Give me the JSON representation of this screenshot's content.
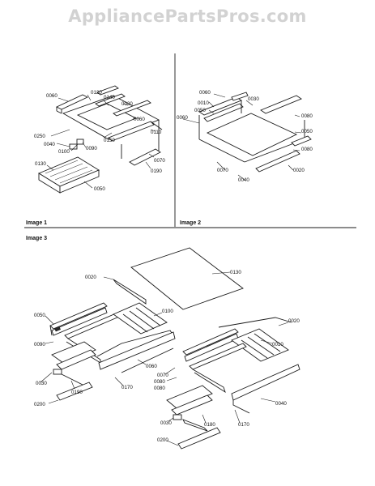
{
  "watermark": "AppliancePartsPros.com",
  "images": [
    {
      "caption": "Image 1",
      "labels": [
        "0060",
        "0120",
        "0140",
        "0030",
        "0060",
        "0110",
        "0250",
        "0040",
        "0100",
        "0090",
        "0150",
        "0070",
        "0190",
        "0130",
        "0050"
      ]
    },
    {
      "caption": "Image 2",
      "labels": [
        "0060",
        "0010",
        "0050",
        "0030",
        "0060",
        "0080",
        "0080",
        "0050",
        "0070",
        "0040",
        "0020"
      ]
    },
    {
      "caption": "Image 3",
      "labels": [
        "0020",
        "0130",
        "0050",
        "0100",
        "0020",
        "0090",
        "0010",
        "0080",
        "0070",
        "0060",
        "0030",
        "0190",
        "0170",
        "0080",
        "0040",
        "0200",
        "0030",
        "0180",
        "0170",
        "0200"
      ]
    }
  ]
}
